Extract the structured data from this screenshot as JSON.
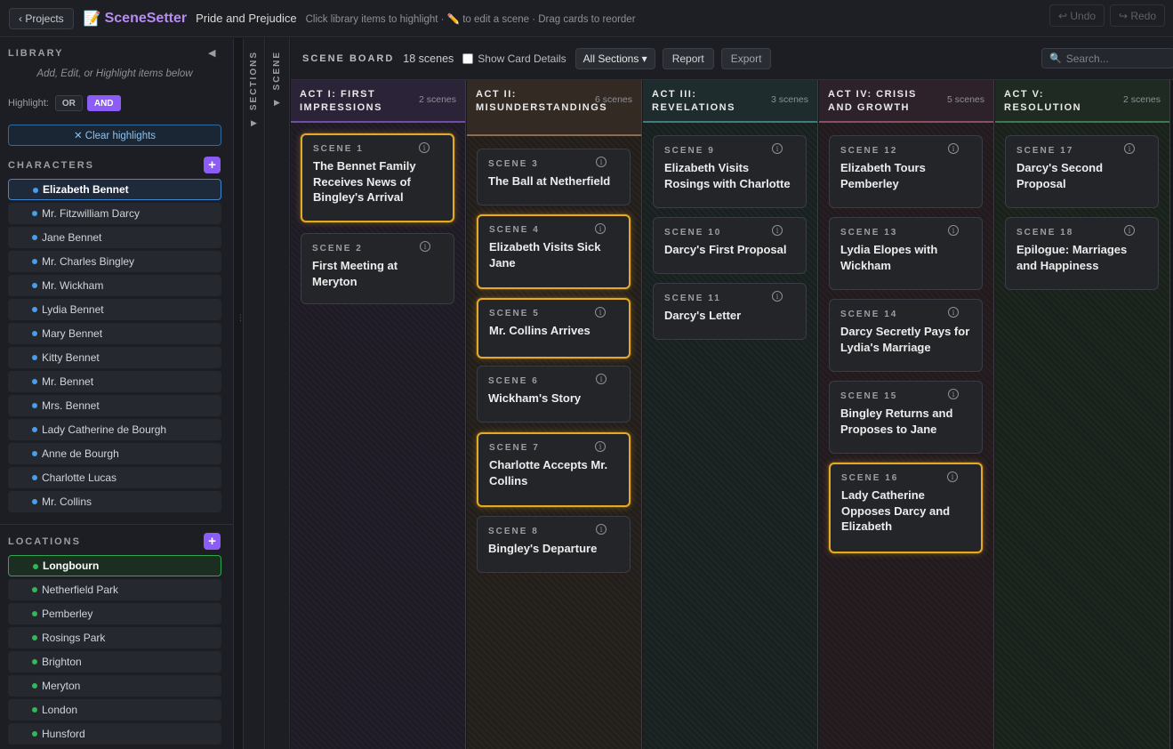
{
  "topbar": {
    "projects_label": "‹ Projects",
    "app_icon": "📝",
    "app_name": "SceneSetter",
    "project_title": "Pride and Prejudice",
    "hint": "Click library items to highlight · ✏️ to edit a scene · Drag cards to reorder",
    "undo_label": "↩ Undo",
    "redo_label": "↪ Redo"
  },
  "library": {
    "title": "LIBRARY",
    "collapse_icon": "◀",
    "subtitle": "Add, Edit, or Highlight items below",
    "highlight_label": "Highlight:",
    "or_label": "OR",
    "and_label": "AND",
    "clear_label": "✕ Clear highlights",
    "characters_title": "CHARACTERS",
    "locations_title": "LOCATIONS",
    "add_label": "+",
    "characters": [
      {
        "label": "Elizabeth Bennet",
        "active": true
      },
      {
        "label": "Mr. Fitzwilliam Darcy"
      },
      {
        "label": "Jane Bennet"
      },
      {
        "label": "Mr. Charles Bingley"
      },
      {
        "label": "Mr. Wickham"
      },
      {
        "label": "Lydia Bennet"
      },
      {
        "label": "Mary Bennet"
      },
      {
        "label": "Kitty Bennet"
      },
      {
        "label": "Mr. Bennet"
      },
      {
        "label": "Mrs. Bennet"
      },
      {
        "label": "Lady Catherine de Bourgh"
      },
      {
        "label": "Anne de Bourgh"
      },
      {
        "label": "Charlotte Lucas"
      },
      {
        "label": "Mr. Collins"
      }
    ],
    "locations": [
      {
        "label": "Longbourn",
        "active": true
      },
      {
        "label": "Netherfield Park"
      },
      {
        "label": "Pemberley"
      },
      {
        "label": "Rosings Park"
      },
      {
        "label": "Brighton"
      },
      {
        "label": "Meryton"
      },
      {
        "label": "London"
      },
      {
        "label": "Hunsford"
      }
    ],
    "colors": {
      "character_dot": "#4a9de8",
      "location_dot": "#32b85a",
      "accent": "#8b5cf6"
    }
  },
  "strips": {
    "sections_label": "SECTIONS",
    "scene_label": "SCENE",
    "arrow": "▶"
  },
  "board": {
    "title": "SCENE BOARD",
    "count": "18 scenes",
    "show_details_label": "Show Card Details",
    "show_details_checked": false,
    "section_select": "All Sections ▾",
    "report_label": "Report",
    "export_label": "Export",
    "search_placeholder": "Search...",
    "search_icon": "🔍",
    "info_icon": "i"
  },
  "columns": [
    {
      "title": "ACT I: FIRST IMPRESSIONS",
      "count": "2 scenes",
      "scenes": [
        {
          "number": "SCENE 1",
          "title": "The Bennet Family Receives News of Bingley's Arrival",
          "highlighted": true
        },
        {
          "number": "SCENE 2",
          "title": "First Meeting at Meryton",
          "highlighted": false
        }
      ]
    },
    {
      "title": "ACT II: MISUNDERSTANDINGS",
      "count": "6 scenes",
      "scenes": [
        {
          "number": "SCENE 3",
          "title": "The Ball at Netherfield",
          "highlighted": false
        },
        {
          "number": "SCENE 4",
          "title": "Elizabeth Visits Sick Jane",
          "highlighted": true
        },
        {
          "number": "SCENE 5",
          "title": "Mr. Collins Arrives",
          "highlighted": true
        },
        {
          "number": "SCENE 6",
          "title": "Wickham's Story",
          "highlighted": false
        },
        {
          "number": "SCENE 7",
          "title": "Charlotte Accepts Mr. Collins",
          "highlighted": true
        },
        {
          "number": "SCENE 8",
          "title": "Bingley's Departure",
          "highlighted": false
        }
      ]
    },
    {
      "title": "ACT III: REVELATIONS",
      "count": "3 scenes",
      "scenes": [
        {
          "number": "SCENE 9",
          "title": "Elizabeth Visits Rosings with Charlotte",
          "highlighted": false
        },
        {
          "number": "SCENE 10",
          "title": "Darcy's First Proposal",
          "highlighted": false
        },
        {
          "number": "SCENE 11",
          "title": "Darcy's Letter",
          "highlighted": false
        }
      ]
    },
    {
      "title": "ACT IV: CRISIS AND GROWTH",
      "count": "5 scenes",
      "scenes": [
        {
          "number": "SCENE 12",
          "title": "Elizabeth Tours Pemberley",
          "highlighted": false
        },
        {
          "number": "SCENE 13",
          "title": "Lydia Elopes with Wickham",
          "highlighted": false
        },
        {
          "number": "SCENE 14",
          "title": "Darcy Secretly Pays for Lydia's Marriage",
          "highlighted": false
        },
        {
          "number": "SCENE 15",
          "title": "Bingley Returns and Proposes to Jane",
          "highlighted": false
        },
        {
          "number": "SCENE 16",
          "title": "Lady Catherine Opposes Darcy and Elizabeth",
          "highlighted": true
        }
      ]
    },
    {
      "title": "ACT V: RESOLUTION",
      "count": "2 scenes",
      "scenes": [
        {
          "number": "SCENE 17",
          "title": "Darcy's Second Proposal",
          "highlighted": false
        },
        {
          "number": "SCENE 18",
          "title": "Epilogue: Marriages and Happiness",
          "highlighted": false
        }
      ]
    }
  ]
}
